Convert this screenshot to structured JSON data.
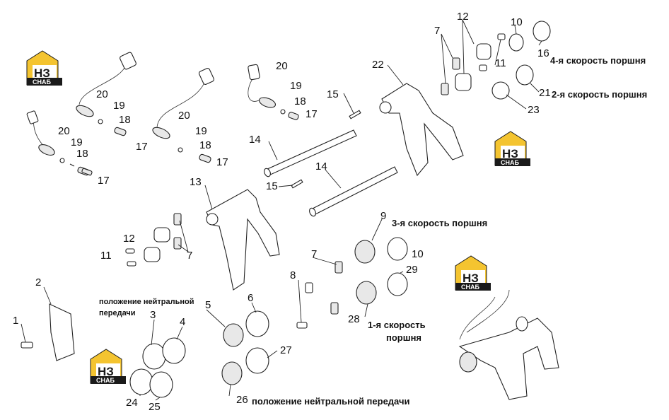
{
  "logo": {
    "mark": "НЗ",
    "sub": "СНАБ",
    "colors": {
      "accent": "#f4c430",
      "dark": "#1a1a1a"
    }
  },
  "parts": [
    "1",
    "2",
    "3",
    "4",
    "5",
    "6",
    "7",
    "8",
    "9",
    "10",
    "11",
    "12",
    "13",
    "14",
    "15",
    "16",
    "17",
    "18",
    "19",
    "20",
    "21",
    "22",
    "23",
    "24",
    "25",
    "26",
    "27",
    "28",
    "29"
  ],
  "labels": {
    "speed4": "4-я скорость поршня",
    "speed2": "2-я скорость поршня",
    "speed3": "3-я скорость поршня",
    "speed1_line1": "1-я скорость",
    "speed1_line2": "поршня",
    "neutral_top_line1": "положение нейтральной",
    "neutral_top_line2": "передачи",
    "neutral_bottom": "положение нейтральной передачи"
  }
}
